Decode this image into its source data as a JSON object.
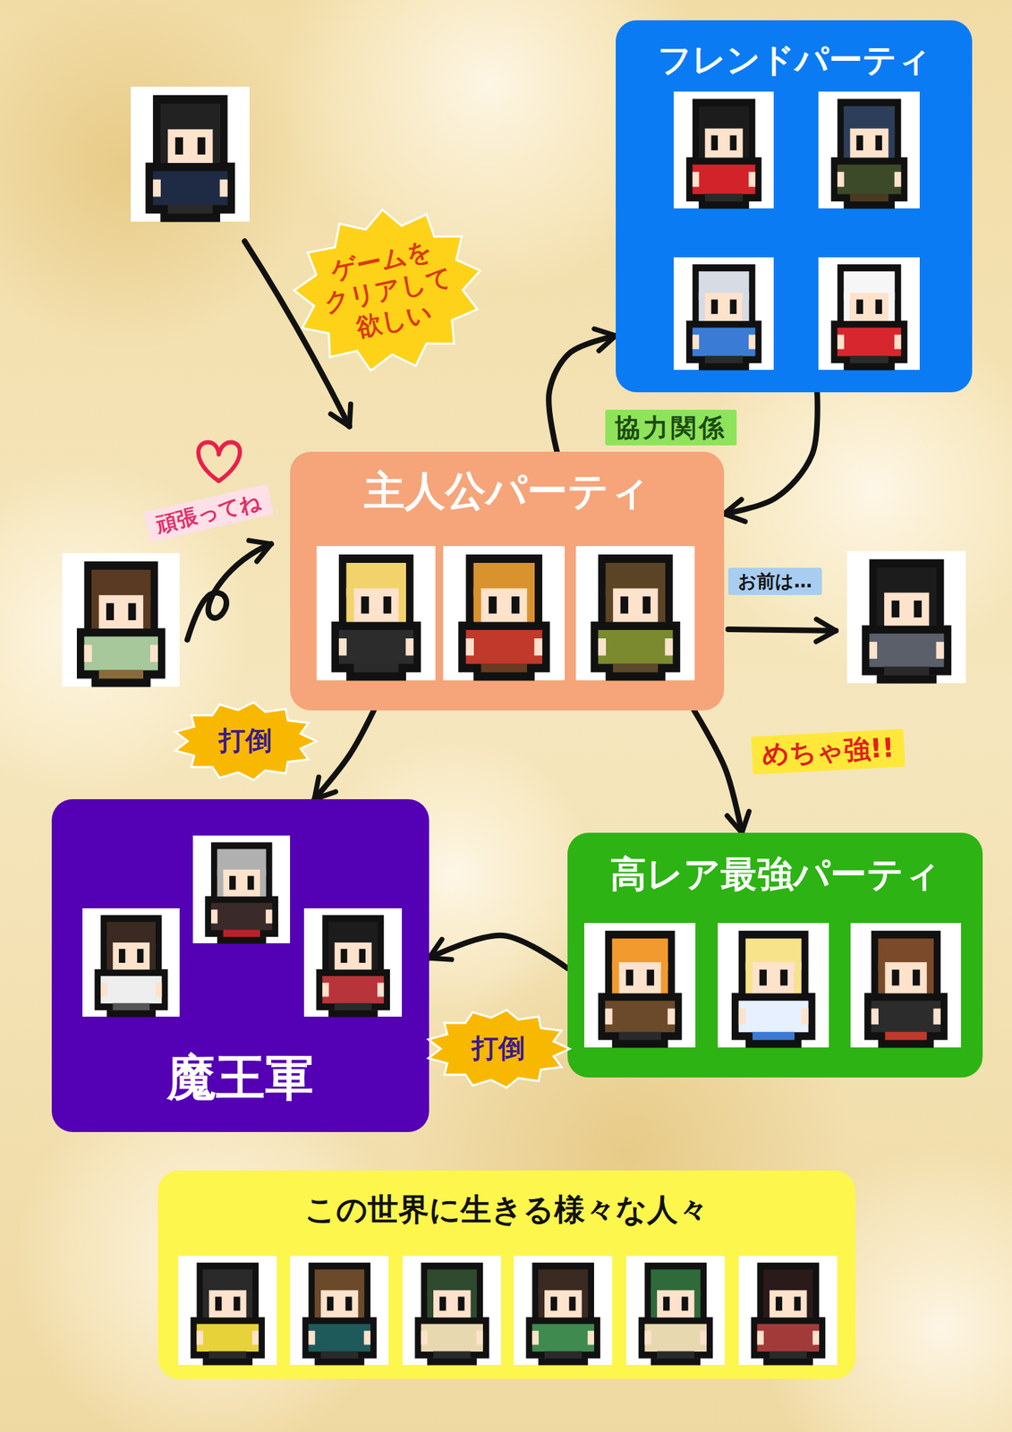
{
  "diagram": {
    "nodes": [
      {
        "text": [
          "フレンドパーティ"
        ]
      },
      {
        "text": [
          "主人公パーティ"
        ]
      },
      {
        "text": [
          "魔王軍"
        ]
      },
      {
        "text": [
          "高レア最強パーティ"
        ]
      },
      {
        "text": [
          "この世界に生きる様々な人々"
        ]
      }
    ],
    "edges": [
      {
        "from": 1,
        "to": 0,
        "arrow": "to",
        "label": "協力関係"
      },
      {
        "from": 0,
        "to": 1,
        "arrow": "to"
      },
      {
        "from": 1,
        "to": 2,
        "arrow": "to",
        "label": "打倒"
      },
      {
        "from": 1,
        "to": 3,
        "arrow": "to",
        "label": "めちゃ強!!"
      },
      {
        "from": 3,
        "to": 2,
        "arrow": "to",
        "label": "打倒"
      }
    ],
    "labels": [
      "ゲームを クリアして 欲しい",
      "頑張ってね",
      "お前は…"
    ]
  }
}
